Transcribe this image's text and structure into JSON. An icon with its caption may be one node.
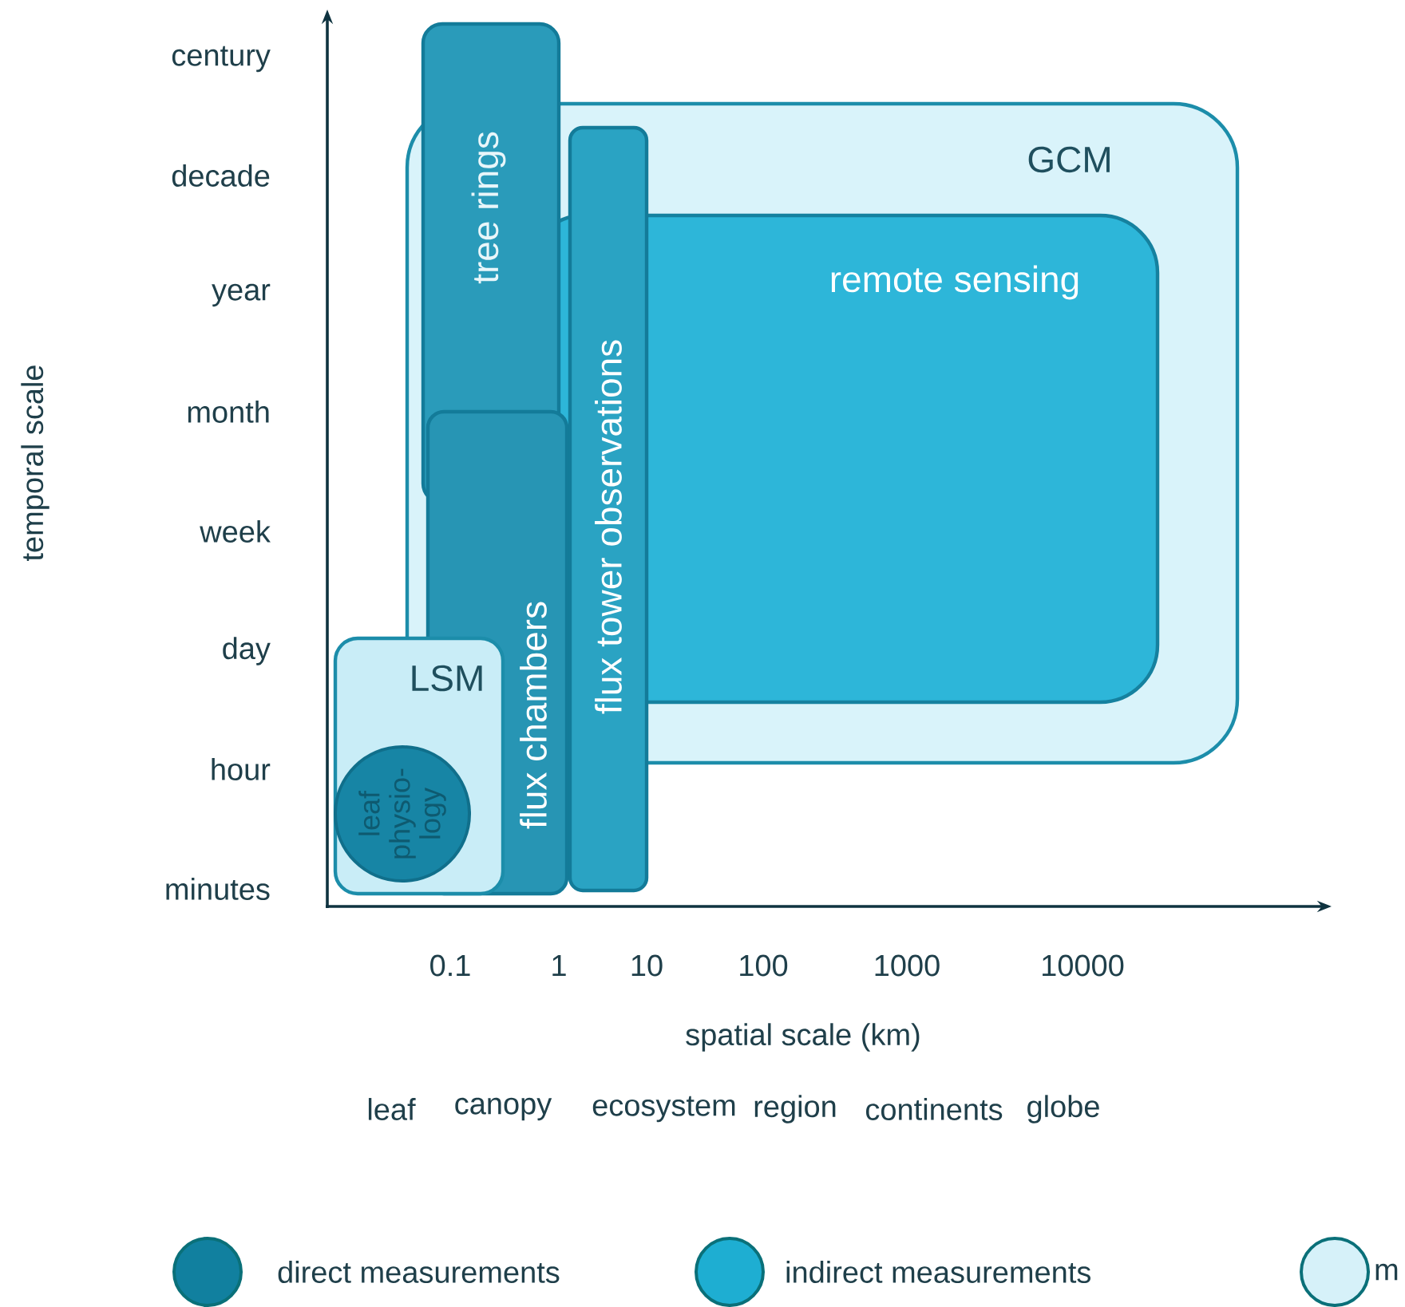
{
  "diagram": {
    "nodes": [
      {
        "text": [
          "GCM"
        ]
      },
      {
        "text": [
          "remote sensing"
        ],
        "in": 0
      },
      {
        "text": [
          "tree rings"
        ]
      },
      {
        "text": [
          "flux tower observations"
        ]
      },
      {
        "text": [
          "flux chambers"
        ]
      },
      {
        "text": [
          "LSM"
        ]
      },
      {
        "text": [
          "leaf physio-logy"
        ],
        "in": 5
      }
    ],
    "edges": [],
    "labels": [
      "century",
      "decade",
      "year",
      "month",
      "week",
      "day",
      "hour",
      "minutes",
      "temporal scale",
      "0.1",
      "1",
      "10",
      "100",
      "1000",
      "10000",
      "spatial scale (km)",
      "leaf",
      "canopy",
      "ecosystem",
      "region",
      "continents",
      "globe"
    ],
    "legend": [
      {
        "text": "direct measurements",
        "color": "#11809f"
      },
      {
        "text": "indirect measurements",
        "color": "#1eaed2"
      },
      {
        "text": "m",
        "color": "#d6f1f9"
      }
    ]
  }
}
